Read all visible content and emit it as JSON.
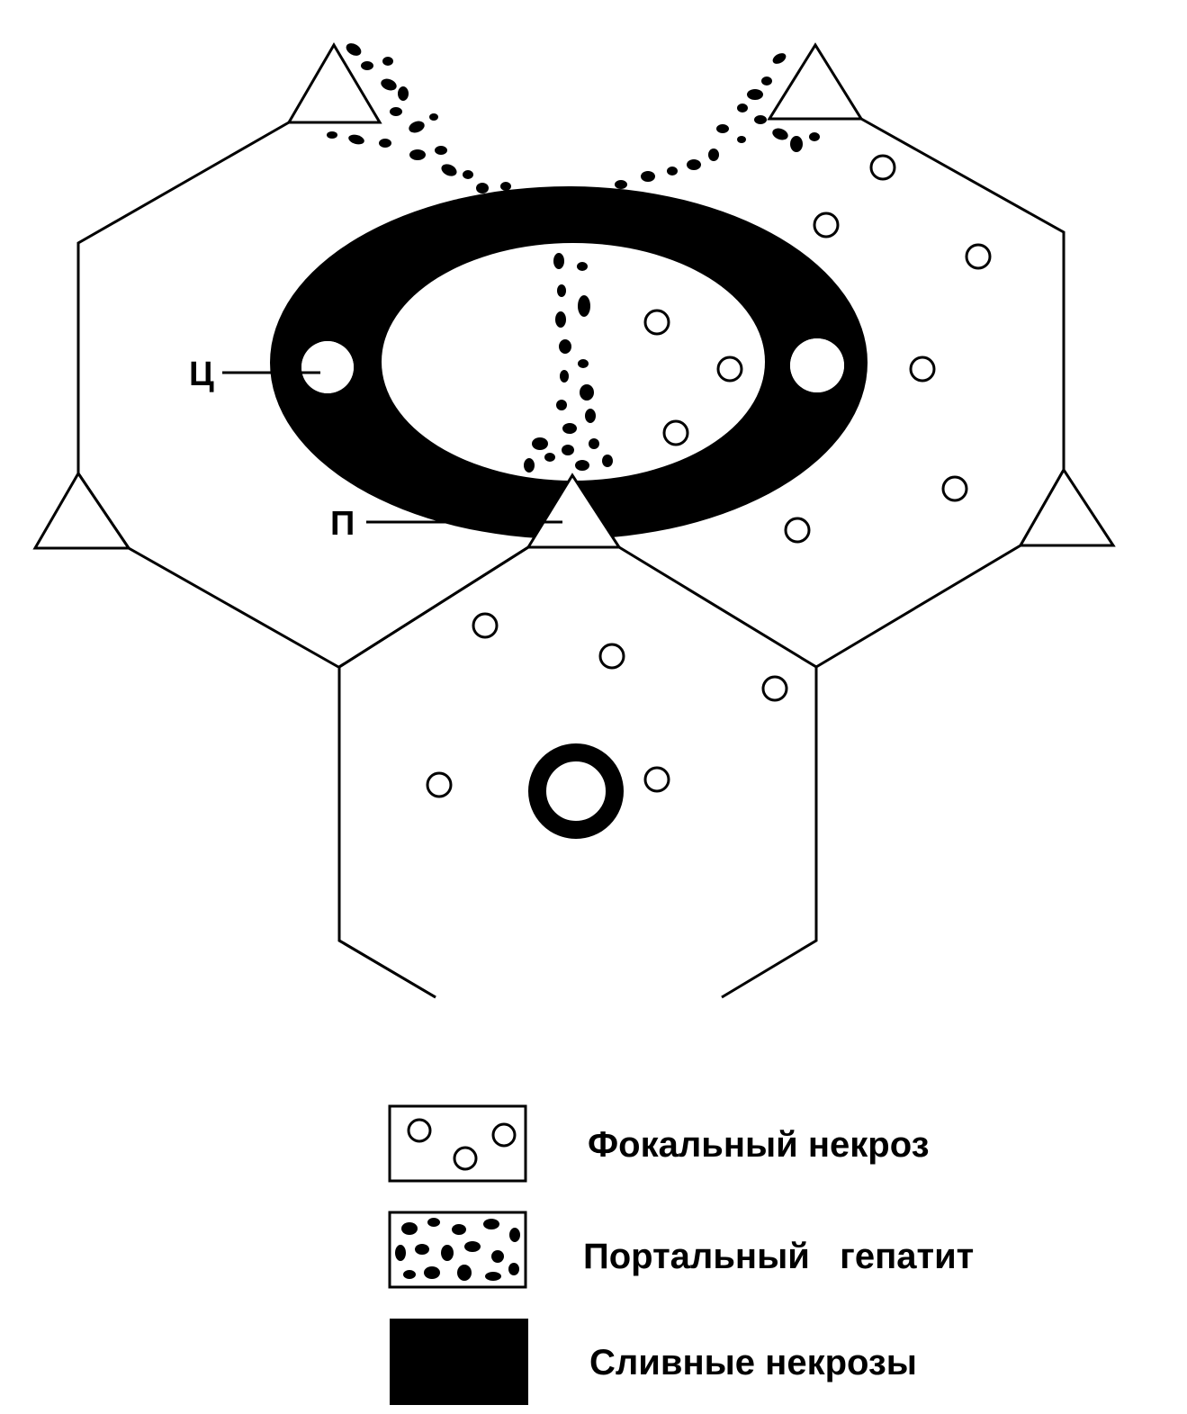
{
  "diagram": {
    "labels": {
      "central_vein": "Ц",
      "portal_tract": "П"
    }
  },
  "legend": {
    "items": [
      {
        "key": "focal",
        "label": "Фокальный некроз"
      },
      {
        "key": "portal",
        "label": "Портальный   гепатит"
      },
      {
        "key": "confluent",
        "label": "Сливные некрозы"
      }
    ]
  },
  "colors": {
    "ink": "#000000",
    "background": "#ffffff"
  }
}
